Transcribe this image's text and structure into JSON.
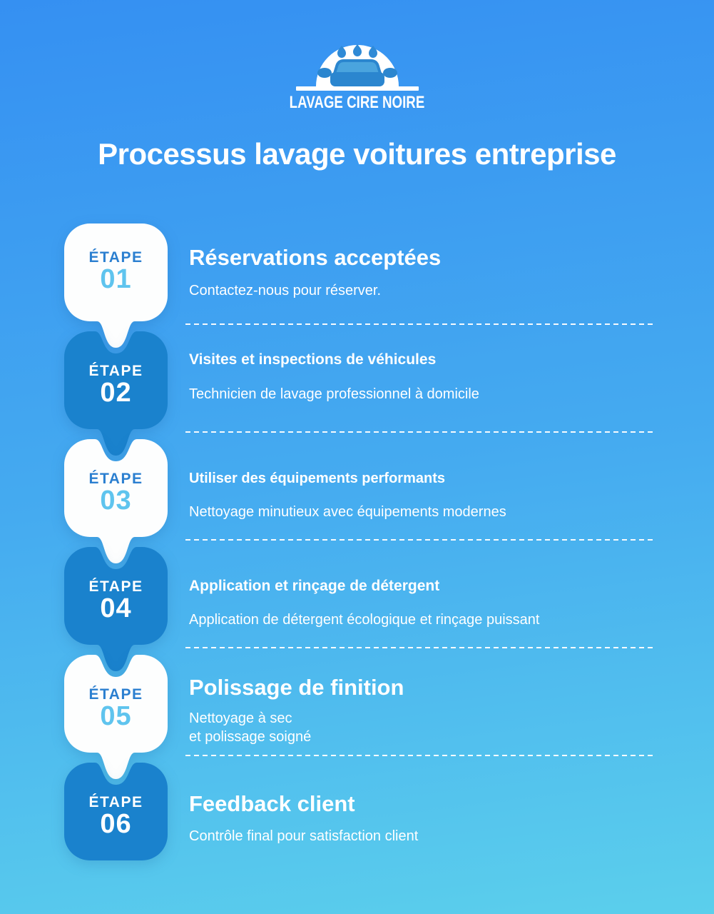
{
  "logo": {
    "name": "LAVAGE CIRE NOIRE",
    "icon": "car-wash-icon"
  },
  "page_title": "Processus lavage voitures entreprise",
  "colors": {
    "background_top": "#3590f2",
    "background_bottom": "#5bcfec",
    "badge_blue": "#1a82cd",
    "badge_white": "#fdfefe",
    "label_blue": "#2b7fd0",
    "number_light_blue": "#5fc4ee",
    "text_white": "#ffffff",
    "logo_blue": "#2b86cf"
  },
  "steps": [
    {
      "label": "ÉTAPE",
      "number": "01",
      "title": "Réservations acceptées",
      "description": "Contactez-nous pour réserver.",
      "badge_style": "white"
    },
    {
      "label": "ÉTAPE",
      "number": "02",
      "title": "Visites et inspections de véhicules",
      "description": "Technicien de lavage professionnel à domicile",
      "badge_style": "blue"
    },
    {
      "label": "ÉTAPE",
      "number": "03",
      "title": "Utiliser des équipements performants",
      "description": "Nettoyage minutieux avec équipements modernes",
      "badge_style": "white"
    },
    {
      "label": "ÉTAPE",
      "number": "04",
      "title": "Application et rinçage de détergent",
      "description": "Application de détergent écologique et rinçage puissant",
      "badge_style": "blue"
    },
    {
      "label": "ÉTAPE",
      "number": "05",
      "title": "Polissage de finition",
      "description": "Nettoyage à sec\n et polissage soigné",
      "badge_style": "white"
    },
    {
      "label": "ÉTAPE",
      "number": "06",
      "title": "Feedback client",
      "description": "Contrôle final pour satisfaction client",
      "badge_style": "blue"
    }
  ]
}
